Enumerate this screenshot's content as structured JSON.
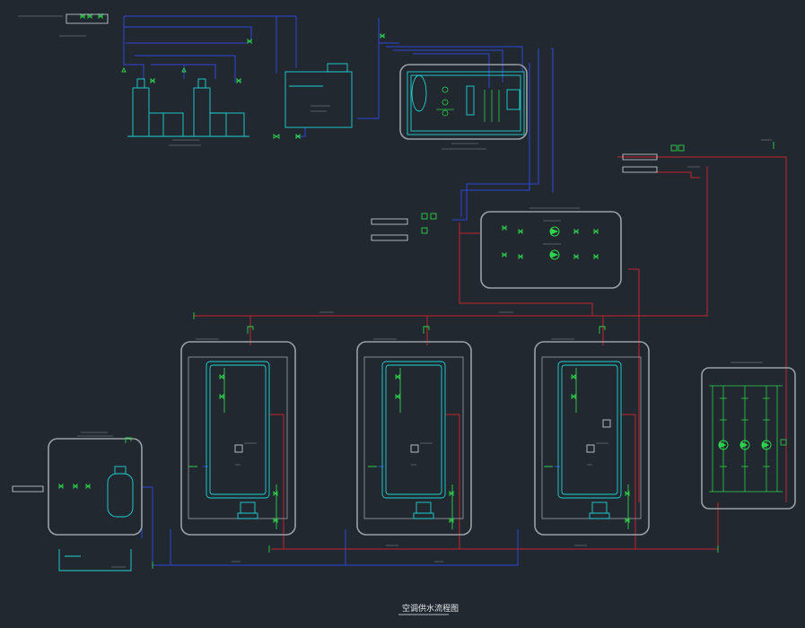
{
  "drawing": {
    "title": "空调供水流程图",
    "background": "#212830",
    "colors": {
      "blue_pipe": "#2f46d8",
      "red_pipe": "#c4262e",
      "green_equip": "#2fd24a",
      "cyan_equip": "#1fd3d3",
      "frame": "#9aa0a6",
      "text": "#d9dee3"
    }
  },
  "room_frames": [
    {
      "id": "water-treatment-room"
    },
    {
      "id": "pump-room-top"
    },
    {
      "id": "ahu-room-1"
    },
    {
      "id": "ahu-room-2"
    },
    {
      "id": "ahu-room-3"
    },
    {
      "id": "expansion-tank-room"
    },
    {
      "id": "chiller-pump-room"
    }
  ],
  "labels": [],
  "icons": [
    "valve-icon",
    "pump-icon",
    "tank-icon",
    "gauge-icon",
    "filter-icon"
  ]
}
